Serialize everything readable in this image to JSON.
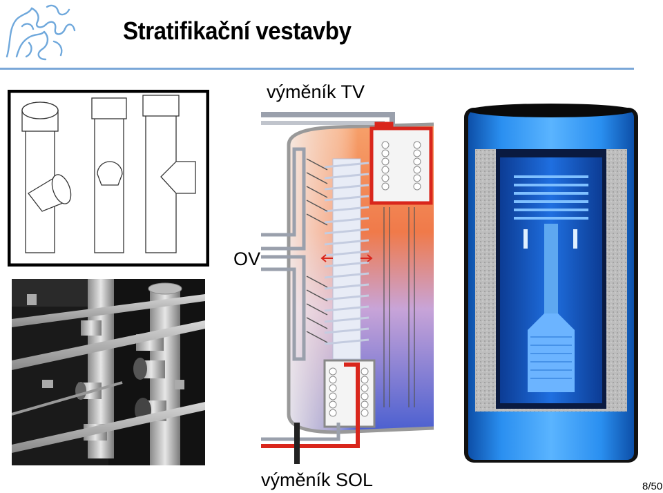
{
  "title": "Stratifikační vestavby",
  "labels": {
    "tv": "výměník TV",
    "ov": "OV",
    "sol": "výměník SOL"
  },
  "page": "8/50",
  "colors": {
    "rule": "#7aa7d8",
    "logo": "#6fa8dc",
    "tank_blue": "#1e7be0",
    "hot": "#e8401c",
    "cold": "#4a5fd0"
  }
}
